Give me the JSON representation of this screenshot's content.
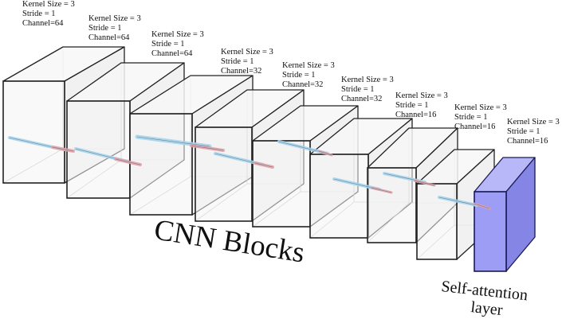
{
  "main_label": "CNN Blocks",
  "attention_label_lines": [
    "Self-attention",
    "layer"
  ],
  "colors": {
    "block_fill": "#f4f4f4",
    "block_stroke": "#222222",
    "attention_fill": "#9d9df5",
    "attention_top": "#b8b8f8",
    "attention_side": "#8585e6",
    "needle_blue": "#a8d4ec",
    "needle_pink": "#e3a3a8"
  },
  "blocks": [
    {
      "kernel": "Kernel Size = 3",
      "stride": "Stride = 1",
      "channel": "Channel=64"
    },
    {
      "kernel": "Kernel Size = 3",
      "stride": "Stride = 1",
      "channel": "Channel=64"
    },
    {
      "kernel": "Kernel Size = 3",
      "stride": "Stride = 1",
      "channel": "Channel=64"
    },
    {
      "kernel": "Kernel Size = 3",
      "stride": "Stride = 1",
      "channel": "Channel=32"
    },
    {
      "kernel": "Kernel Size = 3",
      "stride": "Stride = 1",
      "channel": "Channel=32"
    },
    {
      "kernel": "Kernel Size = 3",
      "stride": "Stride = 1",
      "channel": "Channel=32"
    },
    {
      "kernel": "Kernel Size = 3",
      "stride": "Stride = 1",
      "channel": "Channel=16"
    },
    {
      "kernel": "Kernel Size = 3",
      "stride": "Stride = 1",
      "channel": "Channel=16"
    },
    {
      "kernel": "Kernel Size = 3",
      "stride": "Stride = 1",
      "channel": "Channel=16",
      "type": "attention"
    }
  ]
}
